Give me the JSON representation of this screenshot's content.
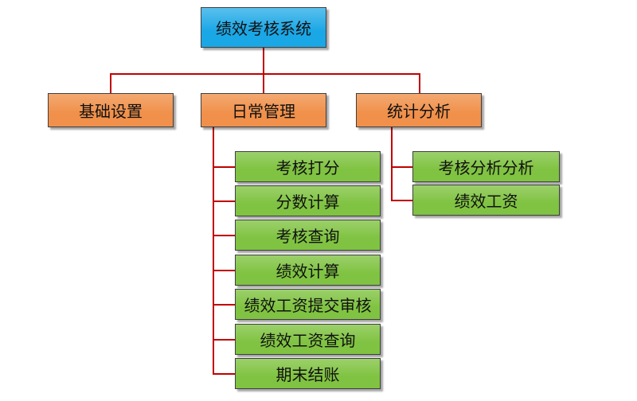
{
  "root": {
    "label": "绩效考核系统"
  },
  "modules": [
    {
      "label": "基础设置",
      "children": []
    },
    {
      "label": "日常管理",
      "children": [
        {
          "label": "考核打分"
        },
        {
          "label": "分数计算"
        },
        {
          "label": "考核查询"
        },
        {
          "label": "绩效计算"
        },
        {
          "label": "绩效工资提交审核"
        },
        {
          "label": "绩效工资查询"
        },
        {
          "label": "期末结账"
        }
      ]
    },
    {
      "label": "统计分析",
      "children": [
        {
          "label": "考核分析分析"
        },
        {
          "label": "绩效工资"
        }
      ]
    }
  ],
  "colors": {
    "root_fill": "#1aa7e6",
    "module_fill": "#f0904a",
    "leaf_fill": "#80c342",
    "connector": "#c00000",
    "border": "#3f3f3f"
  }
}
